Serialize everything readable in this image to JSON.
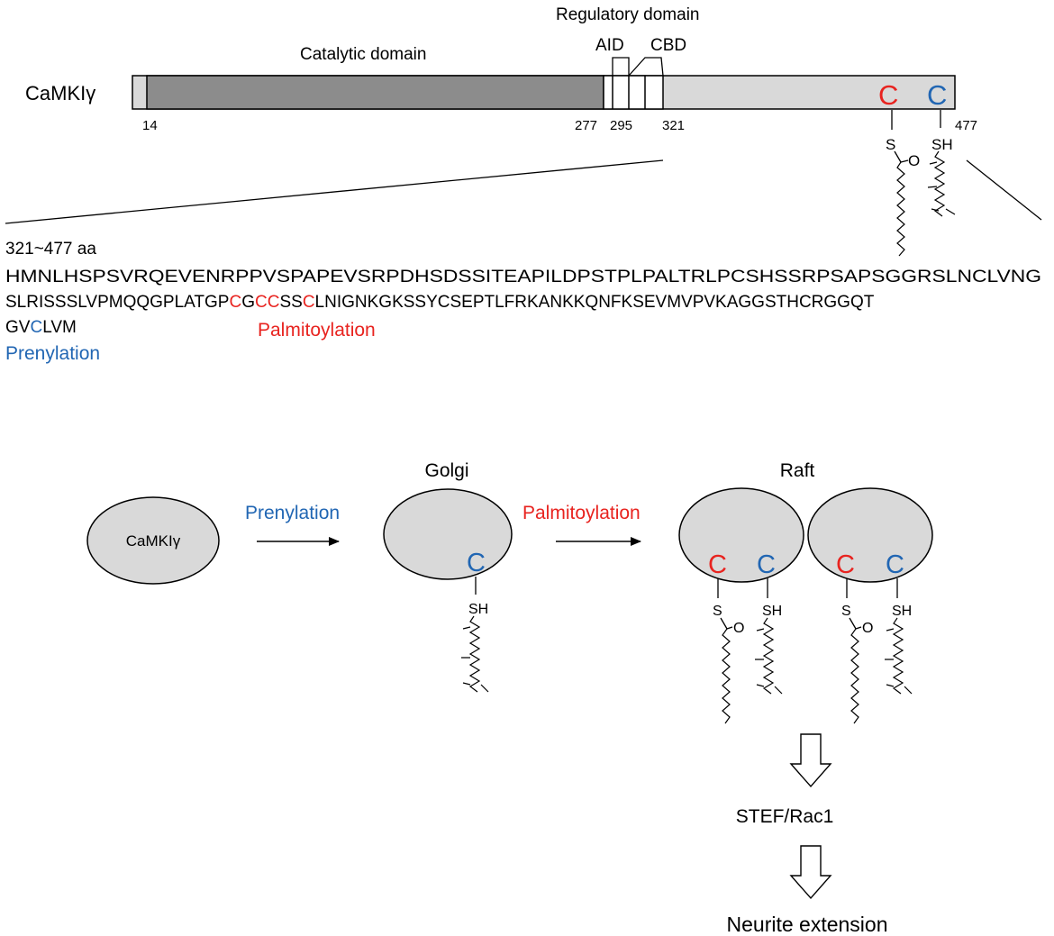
{
  "domain_map": {
    "protein_label": "CaMKIγ",
    "catalytic_label": "Catalytic domain",
    "regulatory_label": "Regulatory domain",
    "aid_label": "AID",
    "cbd_label": "CBD",
    "pos_14": "14",
    "pos_277": "277",
    "pos_295": "295",
    "pos_321": "321",
    "pos_477": "477",
    "cys_palm": "C",
    "cys_pren": "C",
    "s_label": "S",
    "o_label": "O",
    "sh_label": "SH"
  },
  "sequence": {
    "range_label": "321~477 aa",
    "line1": "HMNLHSPSVRQEVENRPPVSPAPEVSRPDHSDSSITEAPILDPSTPLPALTRLPCSHSSRPSAPSGGRSLNCLVNG",
    "line2_a": "SLRISSSLVPMQQGPLATGP",
    "line2_c1": "C",
    "line2_b": "G",
    "line2_c2": "CC",
    "line2_d": "SS",
    "line2_c3": "C",
    "line2_e": "LNIGNKGKSSYCSEPTLFRKANKKQNFKSEVMVPVKAGGSTHCRGGQT",
    "line3_a": "GV",
    "line3_c": "C",
    "line3_b": "LVM",
    "palmitoylation_label": "Palmitoylation",
    "prenylation_label": "Prenylation"
  },
  "pathway": {
    "camki_label": "CaMKIγ",
    "step1_label": "Prenylation",
    "golgi_label": "Golgi",
    "step2_label": "Palmitoylation",
    "raft_label": "Raft",
    "cys": "C",
    "s_label": "S",
    "o_label": "O",
    "sh_label": "SH",
    "stef_label": "STEF/Rac1",
    "neurite_label": "Neurite extension"
  },
  "colors": {
    "palmitoylation": "#e8231f",
    "prenylation": "#2166b3",
    "catalytic_fill": "#8c8c8c",
    "light_fill": "#d9d9d9"
  }
}
